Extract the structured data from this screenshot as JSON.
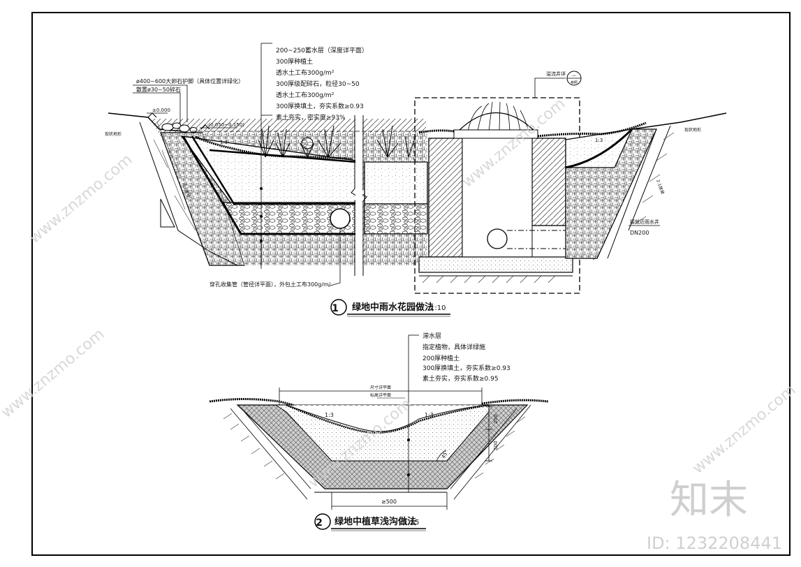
{
  "section1": {
    "title": "绿地中雨水花园做法",
    "scale": "1:10",
    "number": "1",
    "layers": [
      "200~250蓄水层（深度详平面）",
      "300厚种植土",
      "透水土工布300g/m²",
      "300厚级配碎石，粒径30~50",
      "透水土工布300g/m²",
      "300厚换填土，夯实系数≥0.93",
      "素土夯实，密实度≥93%"
    ],
    "boulder_note": "ø400~600大卵石护脚（具体位置详绿化）",
    "gravel_note": "散置ø30~50碎石",
    "elev_zero": "±0.000",
    "elev_range": "-(0.050~0.150)",
    "slope": "1:3",
    "slope_right": "1:3",
    "side_slope_left": "2:1放坡",
    "side_slope_right": "2:1放坡",
    "ground_left": "现状地形",
    "ground_right": "现状地形",
    "pipe_note": "穿孔收集管（管径详平面），外包土工布300g/m²",
    "overflow_label": "溢流井详",
    "overflow_ref": "—",
    "overflow_ref_sub": "参照",
    "connect_label": "接就近雨水井",
    "pipe_size": "DN200"
  },
  "section2": {
    "title": "绿地中植草浅沟做法",
    "scale": "1:15",
    "number": "2",
    "layers": [
      "滞水层",
      "指定植物，具体详绿施",
      "200厚种植土",
      "300厚换填土，夯实系数≥0.93",
      "素土夯实，夯实系数≥0.95"
    ],
    "top_dim": "尺寸详平面",
    "depth_label": "标高详平面",
    "slope_left": "1:3",
    "slope_right": "1:3",
    "dim_200": "200",
    "dim_300": "300",
    "angle": "45°",
    "bottom_dim": "≥500"
  },
  "watermark": {
    "brand": "知末",
    "id": "ID: 1232208441",
    "site": "www.znzmo.com"
  }
}
